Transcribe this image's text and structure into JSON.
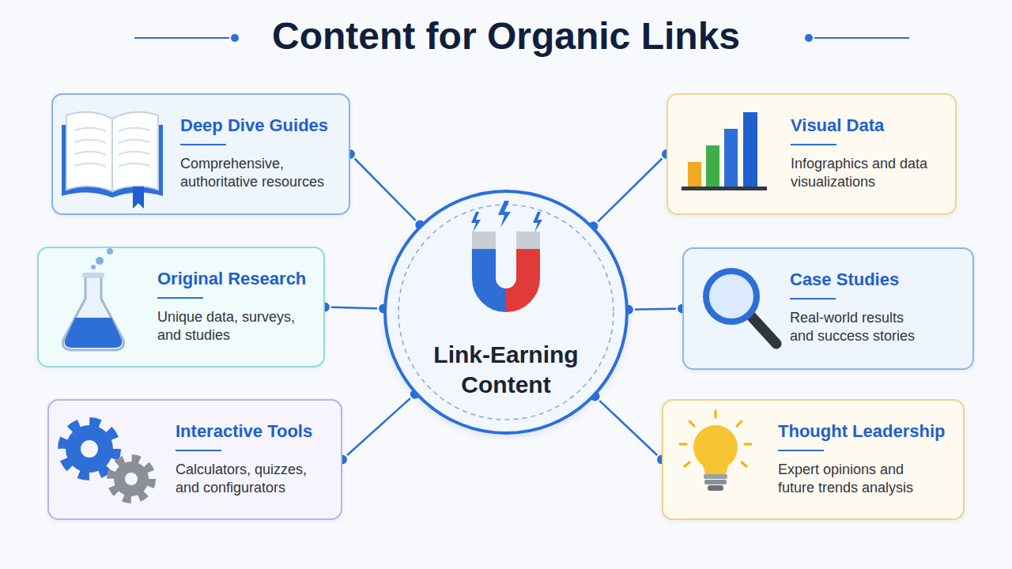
{
  "diagram": {
    "title": "Content for Organic Links",
    "nodes": [
      {
        "text": [
          "Deep Dive Guides",
          "Comprehensive, authoritative resources"
        ]
      },
      {
        "text": [
          "Visual Data",
          "Infographics and data visualizations"
        ]
      },
      {
        "text": [
          "Original Research",
          "Unique data, surveys, and studies"
        ]
      },
      {
        "text": [
          "Link-Earning Content"
        ]
      },
      {
        "text": [
          "Case Studies",
          "Real-world results and success stories"
        ]
      },
      {
        "text": [
          "Interactive Tools",
          "Calculators, quizzes, and configurators"
        ]
      },
      {
        "text": [
          "Thought Leadership",
          "Expert opinions and future trends analysis"
        ]
      }
    ],
    "edges": [
      {
        "from": 3,
        "to": 0,
        "arrow": "none"
      },
      {
        "from": 3,
        "to": 1,
        "arrow": "none"
      },
      {
        "from": 3,
        "to": 2,
        "arrow": "none"
      },
      {
        "from": 3,
        "to": 4,
        "arrow": "none"
      },
      {
        "from": 3,
        "to": 5,
        "arrow": "none"
      },
      {
        "from": 3,
        "to": 6,
        "arrow": "none"
      }
    ]
  }
}
